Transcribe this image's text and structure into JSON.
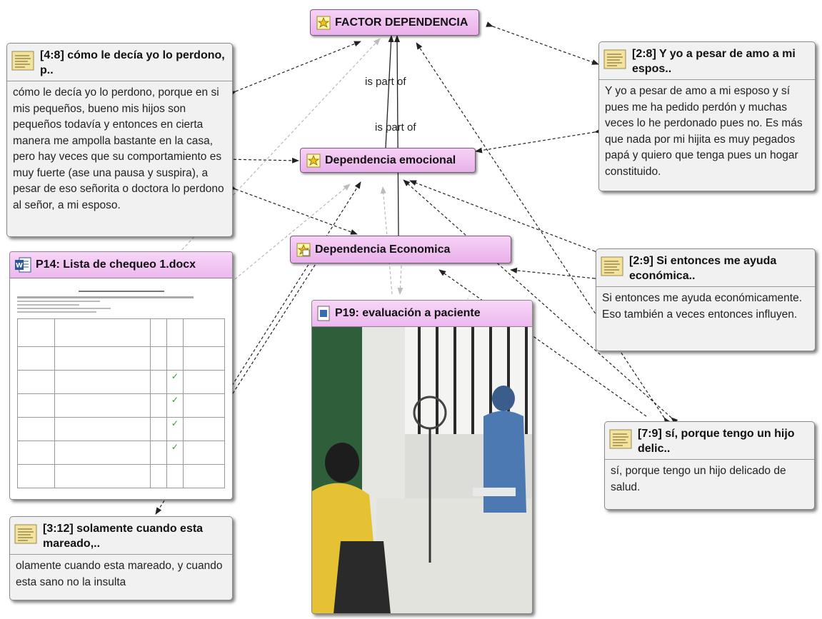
{
  "codes": {
    "factor": "FACTOR DEPENDENCIA",
    "emocional": "Dependencia emocional",
    "economica": "Dependencia Economica"
  },
  "relation_label": "is part of",
  "quotes": {
    "q48": {
      "title": "[4:8] cómo le decía yo lo perdono, p..",
      "body": "cómo le decía yo lo perdono, porque en si mis pequeños, bueno mis hijos son pequeños todavía y entonces en cierta manera me ampolla bastante en la casa, pero hay veces que su comportamiento es muy fuerte (ase una pausa y suspira), a pesar de eso señorita o doctora lo perdono al señor, a mi esposo."
    },
    "q28": {
      "title": "[2:8] Y yo a pesar de amo a mi espos..",
      "body": "Y yo a pesar de amo a mi esposo y sí pues me ha pedido perdón y muchas veces lo he perdonado pues no. Es más que nada por mi hijita es muy pegados papá y quiero que tenga pues un hogar constituido."
    },
    "q29": {
      "title": "[2:9] Si entonces me ayuda económica..",
      "body": "Si entonces me ayuda económicamente. Eso también a veces entonces influyen."
    },
    "q79": {
      "title": "[7:9] sí, porque tengo un hijo delic..",
      "body": "sí, porque tengo un hijo delicado de salud."
    },
    "q312": {
      "title": "[3:12] solamente cuando esta mareado,..",
      "body": "olamente cuando esta mareado, y cuando esta sano no la insulta"
    }
  },
  "documents": {
    "p14": {
      "title": "P14: Lista de chequeo 1.docx",
      "icon": "word-doc-icon"
    },
    "p19": {
      "title": "P19: evaluación a paciente",
      "icon": "image-doc-icon"
    }
  },
  "colors": {
    "code_fill": "#f0c2f2",
    "quote_fill": "#f1f1f1",
    "link": "#222222",
    "link_grey": "#b8b8b8"
  }
}
